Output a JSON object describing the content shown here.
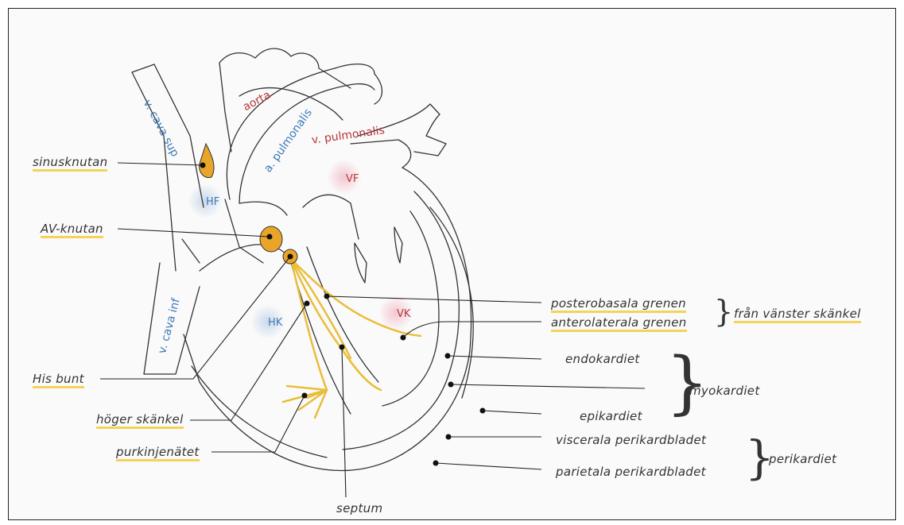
{
  "colors": {
    "node_fill": "#e9a52a",
    "conduction": "#e8be3a",
    "underline": "#f3d35a",
    "left_label": "#b5343a",
    "right_label": "#3d79b7",
    "left_glow": "#f3c6cf",
    "right_glow": "#c9d9ea"
  },
  "vessels": {
    "v_cava_sup": "v. cava sup",
    "v_cava_inf": "v. cava inf",
    "aorta": "aorta",
    "a_pulmonalis": "a. pulmonalis",
    "v_pulmonalis": "v. pulmonalis"
  },
  "chambers": {
    "hf": "HF",
    "vf": "VF",
    "hk": "HK",
    "vk": "VK"
  },
  "labels_left": {
    "sinusknutan": "sinusknutan",
    "av_knutan": "AV-knutan",
    "his_bunt": "His bunt",
    "hoger_skankel": "höger skänkel",
    "purkinjenatet": "purkinjenätet"
  },
  "labels_right": {
    "posterobasala": "posterobasala grenen",
    "anterolaterala": "anterolaterala grenen",
    "fran_vanster": "från vänster skänkel",
    "endokardiet": "endokardiet",
    "myokardiet": "myokardiet",
    "epikardiet": "epikardiet",
    "viscerala": "viscerala perikardbladet",
    "parietala": "parietala perikardbladet",
    "perikardiet": "perikardiet"
  },
  "label_bottom": {
    "septum": "septum"
  }
}
